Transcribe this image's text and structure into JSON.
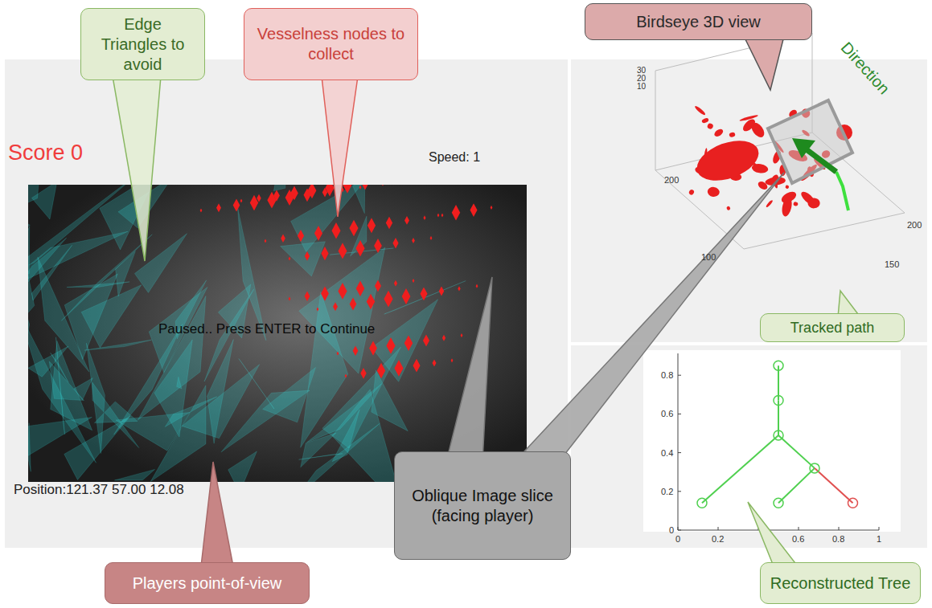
{
  "diagram": {
    "nodes": [
      {
        "text": [
          "Edge Triangles to avoid"
        ]
      },
      {
        "text": [
          "Vesselness nodes to collect"
        ]
      },
      {
        "text": [
          "Birdseye 3D view"
        ]
      },
      {
        "text": [
          "Oblique Image slice (facing player)"
        ]
      },
      {
        "text": [
          "Players point-of-view"
        ]
      },
      {
        "text": [
          "Tracked path"
        ]
      },
      {
        "text": [
          "Reconstructed Tree"
        ]
      }
    ],
    "labels": [
      "Score 0",
      "Speed: 1",
      "Paused.. Press ENTER to Continue",
      "Position:121.37 57.00 12.08",
      "Direction",
      "30",
      "20",
      "10",
      "200",
      "100",
      "150",
      "200",
      "0.8",
      "0.6",
      "0.4",
      "0.2",
      "0",
      "0",
      "0.2",
      "0.6",
      "0.8",
      "1"
    ]
  }
}
